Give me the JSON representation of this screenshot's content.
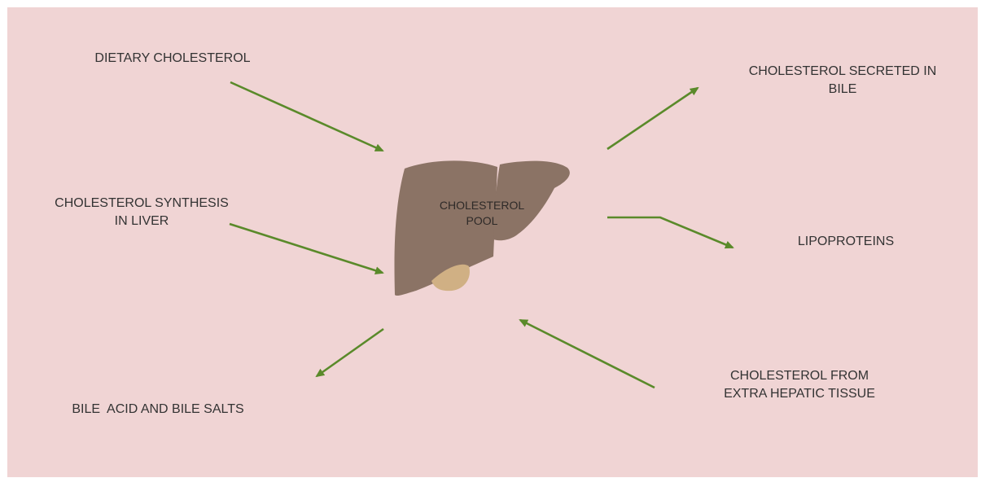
{
  "diagram": {
    "center": {
      "line1": "CHOLESTEROL",
      "line2": "POOL"
    },
    "inputs": {
      "dietary": "DIETARY CHOLESTEROL",
      "synthesis_line1": "CHOLESTEROL SYNTHESIS",
      "synthesis_line2": "IN LIVER",
      "extra_hepatic_line1": "CHOLESTEROL FROM",
      "extra_hepatic_line2": "EXTRA HEPATIC TISSUE"
    },
    "outputs": {
      "bile_secreted_line1": "CHOLESTEROL SECRETED IN",
      "bile_secreted_line2": "BILE",
      "lipoproteins": "LIPOPROTEINS",
      "bile_acids": "BILE  ACID AND BILE SALTS"
    }
  },
  "colors": {
    "background": "#f0d4d4",
    "liver": "#8b7365",
    "gallbladder": "#d0b084",
    "arrow": "#5a8a2a",
    "text": "#333333"
  }
}
